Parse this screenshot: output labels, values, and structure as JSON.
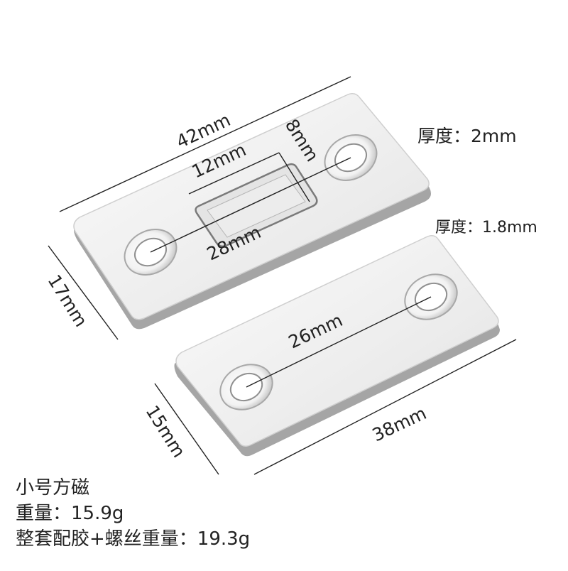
{
  "plate_large": {
    "length": "42mm",
    "width": "17mm",
    "slot_length": "12mm",
    "slot_width": "8mm",
    "hole_spacing": "28mm",
    "thickness": "厚度：2mm"
  },
  "plate_small": {
    "length": "38mm",
    "width": "15mm",
    "hole_spacing": "26mm",
    "thickness": "厚度：1.8mm"
  },
  "info": {
    "name": "小号方磁",
    "weight": "重量：15.9g",
    "set_weight": "整套配胶+螺丝重量：19.3g"
  },
  "colors": {
    "plate_face": "#f3f3f3",
    "plate_edge": "#9a9a9a",
    "line": "#222222"
  }
}
